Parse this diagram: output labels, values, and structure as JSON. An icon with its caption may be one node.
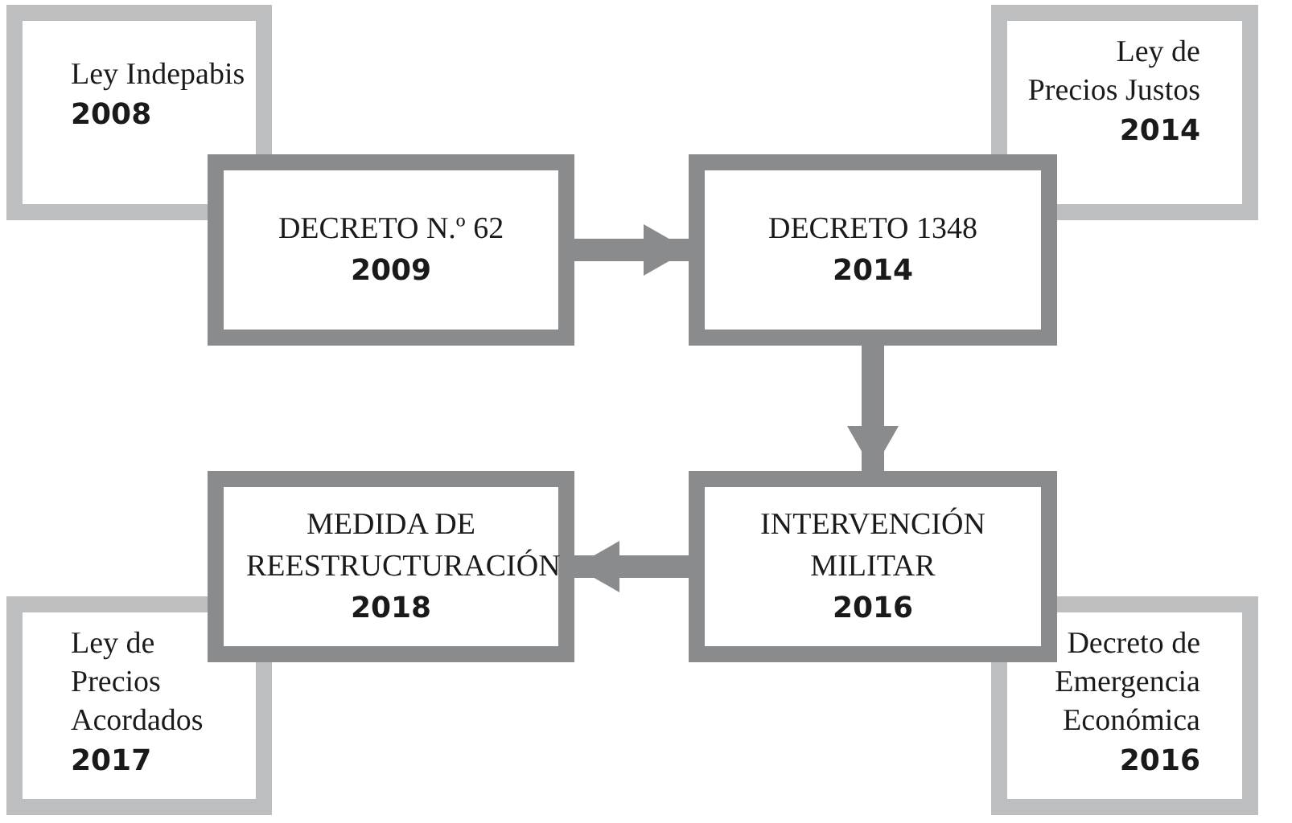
{
  "diagram": {
    "nodes": [
      {
        "text": [
          "Ley Indepabis",
          "2008"
        ]
      },
      {
        "text": [
          "Ley de Precios Justos",
          "2014"
        ]
      },
      {
        "text": [
          "DECRETO N.º 62",
          "2009"
        ]
      },
      {
        "text": [
          "DECRETO 1348",
          "2014"
        ]
      },
      {
        "text": [
          "MEDIDA DE REESTRUCTURACIÓN",
          "2018"
        ]
      },
      {
        "text": [
          "INTERVENCIÓN MILITAR",
          "2016"
        ]
      },
      {
        "text": [
          "Ley de Precios Acordados",
          "2017"
        ]
      },
      {
        "text": [
          "Decreto de Emergencia Económica",
          "2016"
        ]
      }
    ],
    "edges": [
      {
        "from": 2,
        "to": 3,
        "arrow": "to"
      },
      {
        "from": 3,
        "to": 5,
        "arrow": "to"
      },
      {
        "from": 5,
        "to": 4,
        "arrow": "to"
      }
    ]
  }
}
